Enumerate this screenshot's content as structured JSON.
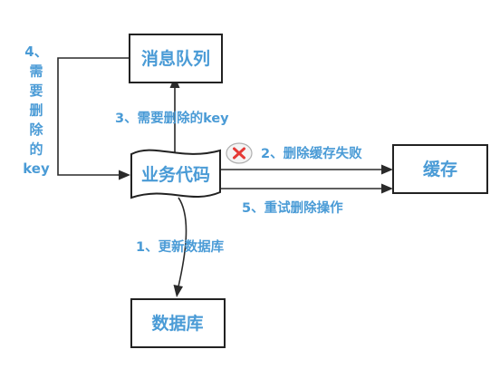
{
  "nodes": {
    "queue": "消息队列",
    "service": "业务代码",
    "cache": "缓存",
    "database": "数据库"
  },
  "edges": {
    "step1": "1、更新数据库",
    "step2": "2、删除缓存失败",
    "step3": "3、需要删除的key",
    "step4_lines": [
      "4、",
      "需",
      "要",
      "删",
      "除",
      "的",
      "key"
    ],
    "step5": "5、重试删除操作"
  },
  "failure_marker": {
    "icon": "red-x-icon",
    "color": "#e53935"
  },
  "colors": {
    "label": "#4a9bd6",
    "stroke": "#222222"
  }
}
